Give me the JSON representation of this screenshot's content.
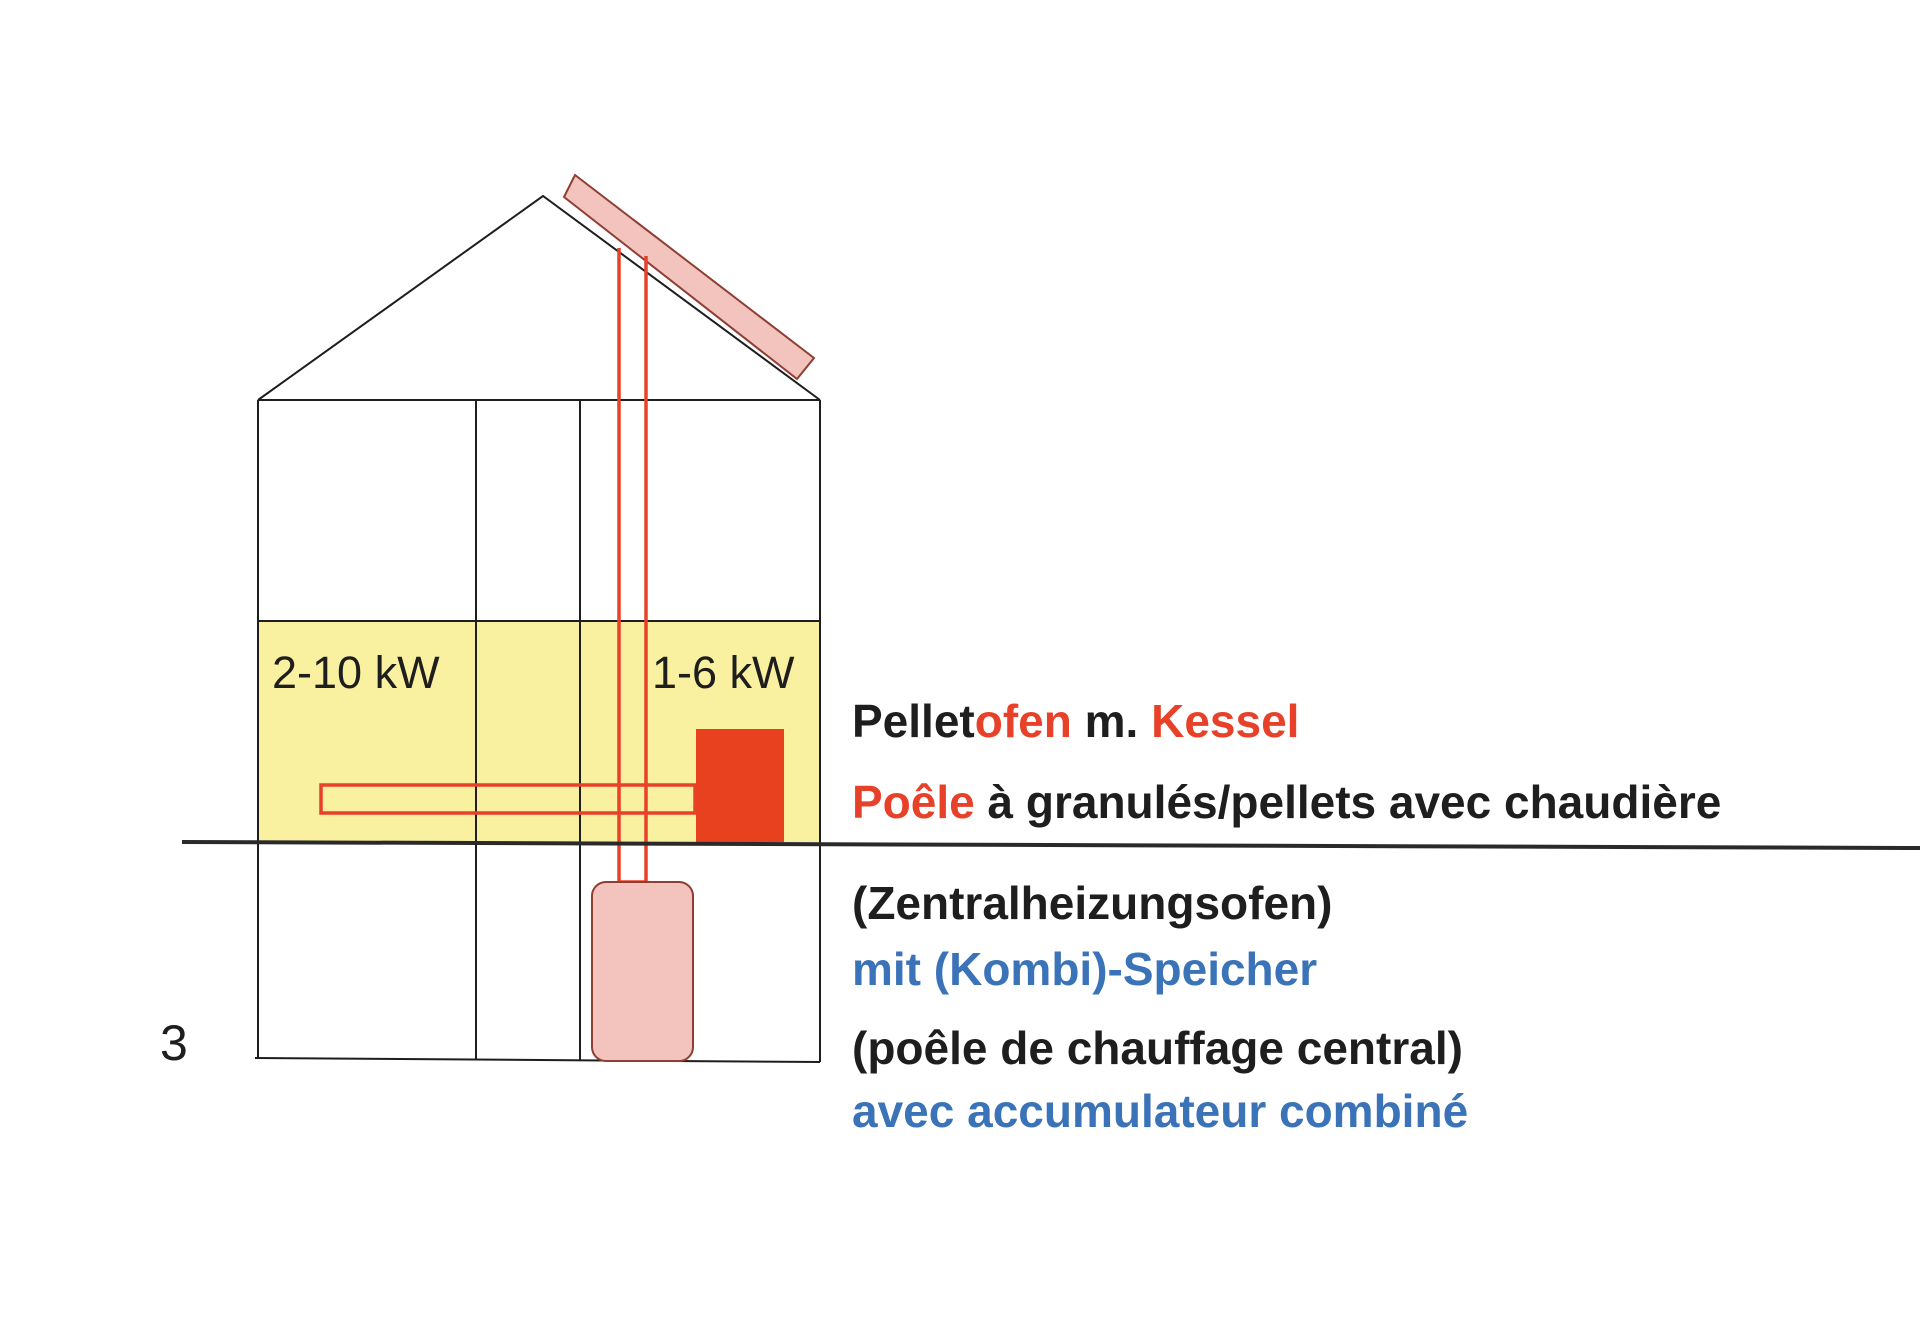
{
  "diagram": {
    "figure_number": "3",
    "room_left_power": "2-10 kW",
    "room_right_power": "1-6 kW",
    "caption": {
      "line1": [
        {
          "text": "Pellet",
          "color": "#1e1e1e"
        },
        {
          "text": "ofen",
          "color": "#e8412a"
        },
        {
          "text": " m. ",
          "color": "#1e1e1e"
        },
        {
          "text": "Kessel",
          "color": "#e8412a"
        }
      ],
      "line2": [
        {
          "text": "Poêle",
          "color": "#e8412a"
        },
        {
          "text": " à granulés/pellets avec chaudière",
          "color": "#1e1e1e"
        }
      ],
      "line3": [
        {
          "text": "(Zentralheizungsofen)",
          "color": "#1e1e1e"
        }
      ],
      "line4": [
        {
          "text": "mit (Kombi)-Speicher",
          "color": "#3a73b8"
        }
      ],
      "line5": [
        {
          "text": "(poêle de chauffage central)",
          "color": "#1e1e1e"
        }
      ],
      "line6": [
        {
          "text": "avec accumulateur combiné",
          "color": "#3a73b8"
        }
      ]
    },
    "colors": {
      "heated_floor": "#f9f1a0",
      "pipe": "#e8412a",
      "stove": "#e8411f",
      "solar_panel": "#f3c4be",
      "storage_tank": "#f3c4be",
      "outline": "#1e1e1e",
      "ground_line": "#2a2a2a"
    }
  }
}
